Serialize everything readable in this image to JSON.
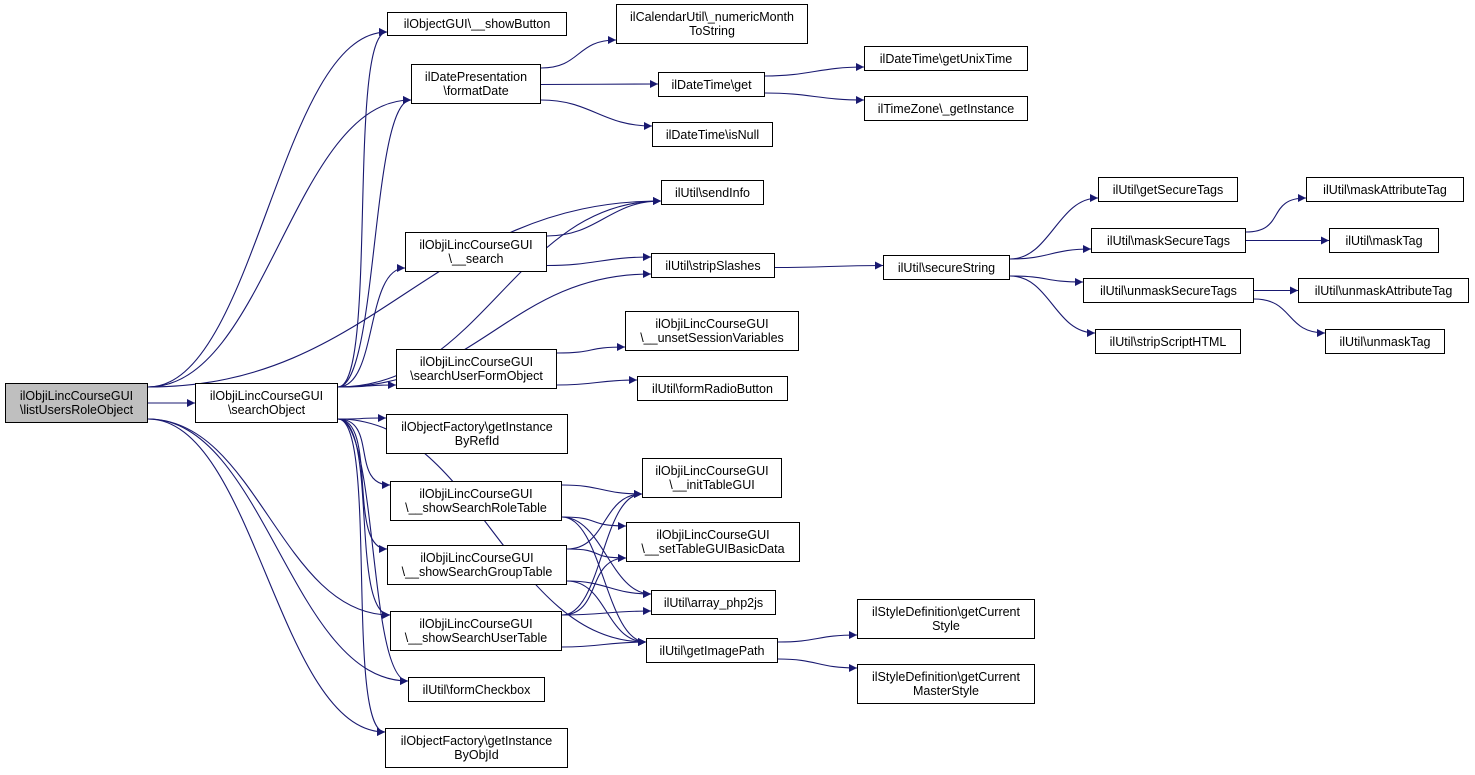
{
  "colors": {
    "edge": "#191970",
    "root_fill": "#bfbfbf",
    "node_fill": "#ffffff",
    "node_border": "#000000"
  },
  "nodes": {
    "listUsersRoleObject": {
      "line1": "ilObjiLincCourseGUI",
      "line2": "\\listUsersRoleObject"
    },
    "searchObject": {
      "line1": "ilObjiLincCourseGUI",
      "line2": "\\searchObject"
    },
    "showButton": {
      "line1": "ilObjectGUI\\__showButton"
    },
    "formatDate": {
      "line1": "ilDatePresentation",
      "line2": "\\formatDate"
    },
    "numericMonthToString": {
      "line1": "ilCalendarUtil\\_numericMonth",
      "line2": "ToString"
    },
    "dateTimeGet": {
      "line1": "ilDateTime\\get"
    },
    "getUnixTime": {
      "line1": "ilDateTime\\getUnixTime"
    },
    "getInstanceTZ": {
      "line1": "ilTimeZone\\_getInstance"
    },
    "isNull": {
      "line1": "ilDateTime\\isNull"
    },
    "sendInfo": {
      "line1": "ilUtil\\sendInfo"
    },
    "search": {
      "line1": "ilObjiLincCourseGUI",
      "line2": "\\__search"
    },
    "stripSlashes": {
      "line1": "ilUtil\\stripSlashes"
    },
    "secureString": {
      "line1": "ilUtil\\secureString"
    },
    "getSecureTags": {
      "line1": "ilUtil\\getSecureTags"
    },
    "maskSecureTags": {
      "line1": "ilUtil\\maskSecureTags"
    },
    "maskAttributeTag": {
      "line1": "ilUtil\\maskAttributeTag"
    },
    "maskTag": {
      "line1": "ilUtil\\maskTag"
    },
    "unmaskSecureTags": {
      "line1": "ilUtil\\unmaskSecureTags"
    },
    "unmaskAttributeTag": {
      "line1": "ilUtil\\unmaskAttributeTag"
    },
    "unmaskTag": {
      "line1": "ilUtil\\unmaskTag"
    },
    "stripScriptHTML": {
      "line1": "ilUtil\\stripScriptHTML"
    },
    "unsetSessionVariables": {
      "line1": "ilObjiLincCourseGUI",
      "line2": "\\__unsetSessionVariables"
    },
    "searchUserFormObject": {
      "line1": "ilObjiLincCourseGUI",
      "line2": "\\searchUserFormObject"
    },
    "formRadioButton": {
      "line1": "ilUtil\\formRadioButton"
    },
    "getInstanceByRefId": {
      "line1": "ilObjectFactory\\getInstance",
      "line2": "ByRefId"
    },
    "showSearchRoleTable": {
      "line1": "ilObjiLincCourseGUI",
      "line2": "\\__showSearchRoleTable"
    },
    "initTableGUI": {
      "line1": "ilObjiLincCourseGUI",
      "line2": "\\__initTableGUI"
    },
    "showSearchGroupTable": {
      "line1": "ilObjiLincCourseGUI",
      "line2": "\\__showSearchGroupTable"
    },
    "setTableGUIBasicData": {
      "line1": "ilObjiLincCourseGUI",
      "line2": "\\__setTableGUIBasicData"
    },
    "arrayPhp2js": {
      "line1": "ilUtil\\array_php2js"
    },
    "showSearchUserTable": {
      "line1": "ilObjiLincCourseGUI",
      "line2": "\\__showSearchUserTable"
    },
    "getImagePath": {
      "line1": "ilUtil\\getImagePath"
    },
    "getCurrentStyle": {
      "line1": "ilStyleDefinition\\getCurrent",
      "line2": "Style"
    },
    "getCurrentMasterStyle": {
      "line1": "ilStyleDefinition\\getCurrent",
      "line2": "MasterStyle"
    },
    "formCheckbox": {
      "line1": "ilUtil\\formCheckbox"
    },
    "getInstanceByObjId": {
      "line1": "ilObjectFactory\\getInstance",
      "line2": "ByObjId"
    }
  },
  "edges": [
    [
      "listUsersRoleObject",
      "searchObject"
    ],
    [
      "listUsersRoleObject",
      "showButton"
    ],
    [
      "listUsersRoleObject",
      "formatDate"
    ],
    [
      "listUsersRoleObject",
      "sendInfo"
    ],
    [
      "listUsersRoleObject",
      "showSearchUserTable"
    ],
    [
      "listUsersRoleObject",
      "formCheckbox"
    ],
    [
      "listUsersRoleObject",
      "getInstanceByObjId"
    ],
    [
      "searchObject",
      "showButton"
    ],
    [
      "searchObject",
      "formatDate"
    ],
    [
      "searchObject",
      "sendInfo"
    ],
    [
      "searchObject",
      "search"
    ],
    [
      "searchObject",
      "stripSlashes"
    ],
    [
      "searchObject",
      "searchUserFormObject"
    ],
    [
      "searchObject",
      "getInstanceByRefId"
    ],
    [
      "searchObject",
      "showSearchRoleTable"
    ],
    [
      "searchObject",
      "showSearchGroupTable"
    ],
    [
      "searchObject",
      "showSearchUserTable"
    ],
    [
      "searchObject",
      "formCheckbox"
    ],
    [
      "searchObject",
      "getInstanceByObjId"
    ],
    [
      "searchObject",
      "getImagePath"
    ],
    [
      "formatDate",
      "numericMonthToString"
    ],
    [
      "formatDate",
      "dateTimeGet"
    ],
    [
      "formatDate",
      "isNull"
    ],
    [
      "dateTimeGet",
      "getUnixTime"
    ],
    [
      "dateTimeGet",
      "getInstanceTZ"
    ],
    [
      "search",
      "sendInfo"
    ],
    [
      "search",
      "stripSlashes"
    ],
    [
      "stripSlashes",
      "secureString"
    ],
    [
      "secureString",
      "getSecureTags"
    ],
    [
      "secureString",
      "maskSecureTags"
    ],
    [
      "secureString",
      "unmaskSecureTags"
    ],
    [
      "secureString",
      "stripScriptHTML"
    ],
    [
      "maskSecureTags",
      "maskAttributeTag"
    ],
    [
      "maskSecureTags",
      "maskTag"
    ],
    [
      "unmaskSecureTags",
      "unmaskAttributeTag"
    ],
    [
      "unmaskSecureTags",
      "unmaskTag"
    ],
    [
      "searchUserFormObject",
      "unsetSessionVariables"
    ],
    [
      "searchUserFormObject",
      "formRadioButton"
    ],
    [
      "showSearchRoleTable",
      "initTableGUI"
    ],
    [
      "showSearchRoleTable",
      "setTableGUIBasicData"
    ],
    [
      "showSearchRoleTable",
      "arrayPhp2js"
    ],
    [
      "showSearchRoleTable",
      "getImagePath"
    ],
    [
      "showSearchGroupTable",
      "initTableGUI"
    ],
    [
      "showSearchGroupTable",
      "setTableGUIBasicData"
    ],
    [
      "showSearchGroupTable",
      "arrayPhp2js"
    ],
    [
      "showSearchGroupTable",
      "getImagePath"
    ],
    [
      "showSearchUserTable",
      "initTableGUI"
    ],
    [
      "showSearchUserTable",
      "setTableGUIBasicData"
    ],
    [
      "showSearchUserTable",
      "arrayPhp2js"
    ],
    [
      "showSearchUserTable",
      "getImagePath"
    ],
    [
      "getImagePath",
      "getCurrentStyle"
    ],
    [
      "getImagePath",
      "getCurrentMasterStyle"
    ]
  ]
}
